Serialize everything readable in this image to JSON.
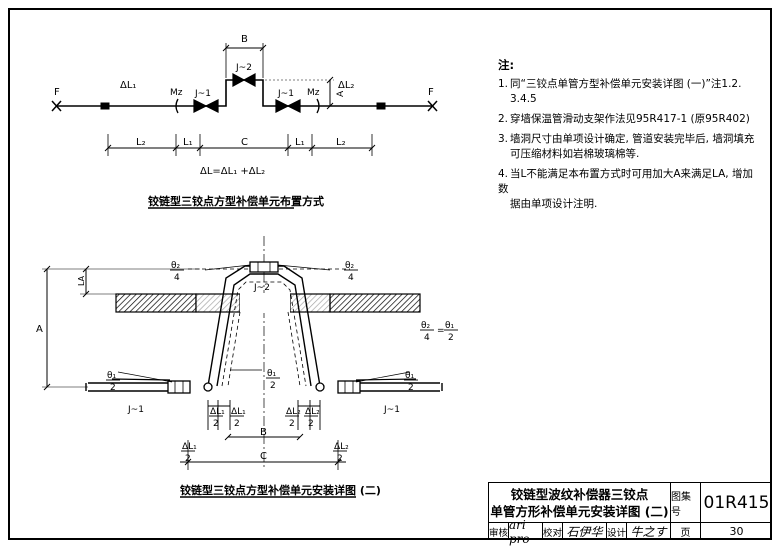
{
  "top_diagram": {
    "caption": "铰链型三铰点方型补偿单元布置方式",
    "labels": {
      "F_left": "F",
      "F_right": "F",
      "dL1": "ΔL₁",
      "dL2": "ΔL₂",
      "Mz_left": "Mz",
      "Mz_right": "Mz",
      "J1_left": "J~1",
      "J1_right": "J~1",
      "J2": "J~2",
      "B": "B",
      "A": "A",
      "L2_left": "L₂",
      "L1_left": "L₁",
      "C": "C",
      "L1_right": "L₁",
      "L2_right": "L₂",
      "formula": "ΔL=ΔL₁ +ΔL₂"
    }
  },
  "detail_diagram": {
    "caption": "铰链型三铰点方型补偿单元安装详图 (二)",
    "labels": {
      "theta2_num": "θ₂",
      "theta2_den": "4",
      "theta1_num": "θ₁",
      "theta1_den": "2",
      "J2": "J~2",
      "J1_left": "J~1",
      "J1_right": "J~1",
      "A": "A",
      "LA": "LA",
      "B": "B",
      "C": "C",
      "dL1_num": "ΔL₁",
      "dL1_den": "2",
      "dL2_num": "ΔL₂",
      "dL2_den": "2",
      "relation_l_num": "θ₂",
      "relation_l_den": "4",
      "relation_r_num": "θ₁",
      "relation_r_den": "2"
    }
  },
  "notes": {
    "heading": "注:",
    "items": [
      {
        "num": "1.",
        "text": "同“三铰点单管方型补偿单元安装详图 (一)”注1.2.",
        "cont": "3.4.5"
      },
      {
        "num": "2.",
        "text": "穿墙保温管滑动支架作法见95R417-1 (原95R402)",
        "cont": ""
      },
      {
        "num": "3.",
        "text": "墙洞尺寸由单项设计确定, 管道安装完毕后, 墙洞填充",
        "cont": "可压缩材料如岩棉玻璃棉等."
      },
      {
        "num": "4.",
        "text": "当L不能满足本布置方式时可用加大A来满足LA, 增加数",
        "cont": "据由单项设计注明."
      }
    ]
  },
  "title_block": {
    "title_line1": "铰链型波纹补偿器三铰点",
    "title_line2": "单管方形补偿单元安装详图 (二)",
    "atlas_label": "图集号",
    "atlas_code": "01R415",
    "review_label": "审核",
    "review_sig": "ari pro",
    "check_label": "校对",
    "check_sig": "石伊华",
    "design_label": "设计",
    "design_sig": "牛之す",
    "page_label": "页",
    "page_num": "30"
  }
}
